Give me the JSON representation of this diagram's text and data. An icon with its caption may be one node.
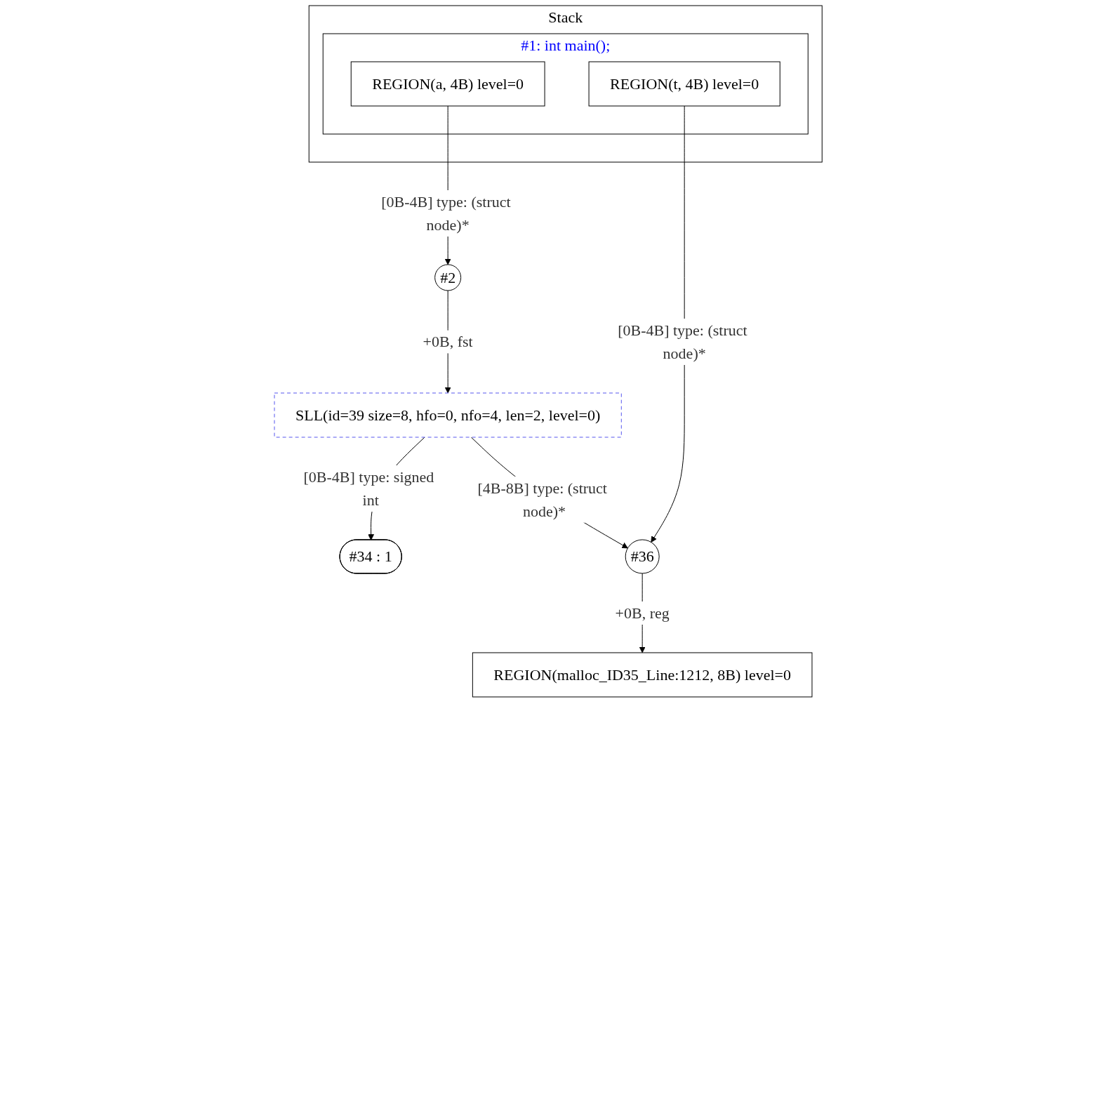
{
  "diagram": {
    "nodes": [
      {
        "text": [
          "Stack"
        ]
      },
      {
        "text": [
          "#1: int main();"
        ],
        "in": 0
      },
      {
        "text": [
          "REGION(a, 4B) level=0"
        ],
        "in": 1
      },
      {
        "text": [
          "REGION(t, 4B) level=0"
        ],
        "in": 1
      },
      {
        "text": [
          "#2"
        ]
      },
      {
        "text": [
          "SLL(id=39 size=8, hfo=0, nfo=4, len=2, level=0)"
        ]
      },
      {
        "text": [
          "#34 : 1"
        ]
      },
      {
        "text": [
          "#36"
        ]
      },
      {
        "text": [
          "REGION(malloc_ID35_Line:1212, 8B) level=0"
        ]
      }
    ],
    "edges": [
      {
        "from": 2,
        "to": 4,
        "arrow": "to",
        "label": "[0B-4B] type: (struct node)*"
      },
      {
        "from": 3,
        "to": 7,
        "arrow": "to",
        "label": "[0B-4B] type: (struct node)*"
      },
      {
        "from": 4,
        "to": 5,
        "arrow": "to",
        "label": "+0B, fst"
      },
      {
        "from": 5,
        "to": 6,
        "arrow": "to",
        "label": "[0B-4B] type: signed int"
      },
      {
        "from": 5,
        "to": 7,
        "arrow": "to",
        "label": "[4B-8B] type: (struct node)*"
      },
      {
        "from": 7,
        "to": 8,
        "arrow": "to",
        "label": "+0B, reg"
      }
    ]
  }
}
